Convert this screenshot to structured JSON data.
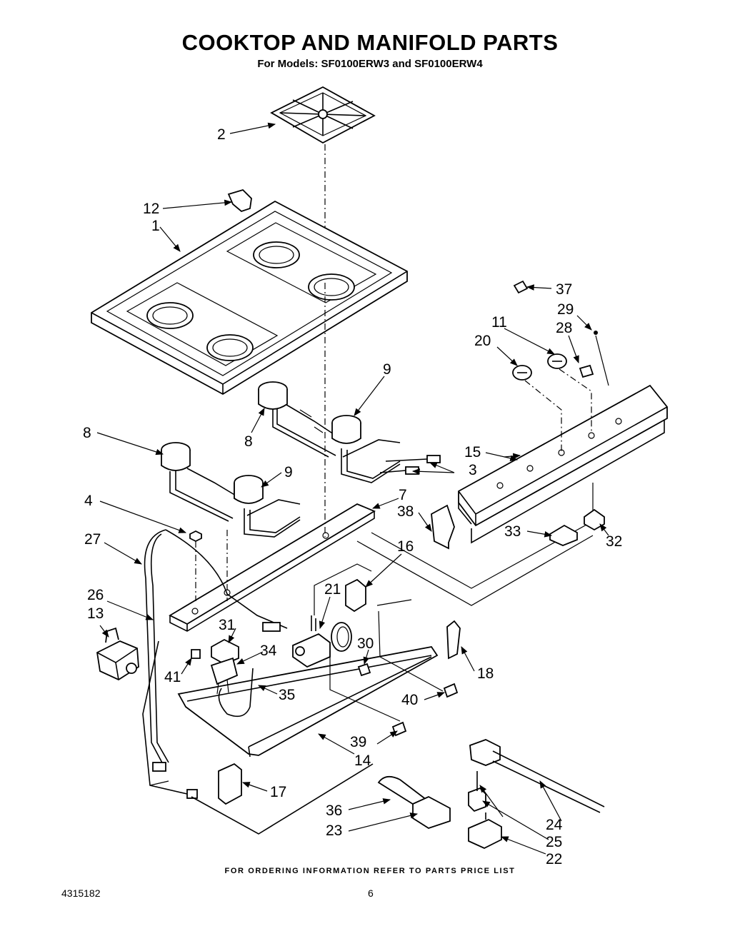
{
  "header": {
    "title": "COOKTOP AND MANIFOLD PARTS",
    "subtitle": "For Models: SF0100ERW3 and SF0100ERW4"
  },
  "footer": {
    "note": "FOR ORDERING INFORMATION REFER TO PARTS PRICE LIST",
    "document_number": "4315182",
    "page_number": "6"
  },
  "callouts": [
    "1",
    "2",
    "3",
    "4",
    "7",
    "8",
    "8",
    "9",
    "9",
    "11",
    "12",
    "13",
    "14",
    "15",
    "16",
    "17",
    "18",
    "20",
    "21",
    "22",
    "23",
    "24",
    "25",
    "26",
    "27",
    "28",
    "29",
    "30",
    "31",
    "32",
    "33",
    "34",
    "35",
    "36",
    "37",
    "38",
    "39",
    "40",
    "41"
  ]
}
